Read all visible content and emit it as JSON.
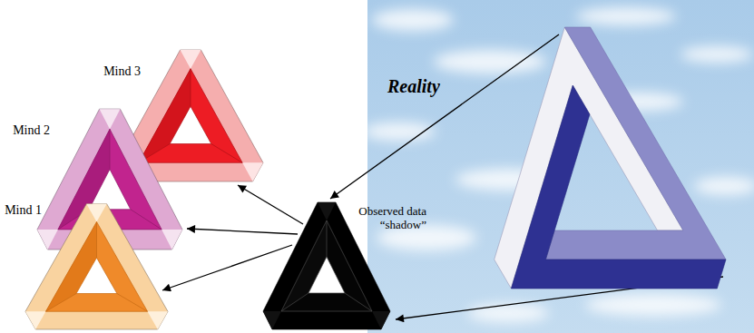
{
  "diagram": {
    "nodes": [
      {
        "text": [
          "Mind 3"
        ]
      },
      {
        "text": [
          "Mind 2"
        ]
      },
      {
        "text": [
          "Mind 1"
        ]
      },
      {
        "text": [
          "Observed data “shadow”"
        ]
      },
      {
        "text": [
          "Reality"
        ]
      }
    ],
    "edges": [
      {
        "from": 4,
        "to": 3,
        "arrow": "to"
      },
      {
        "from": 4,
        "to": 3,
        "arrow": "to"
      },
      {
        "from": 3,
        "to": 0,
        "arrow": "to"
      },
      {
        "from": 3,
        "to": 1,
        "arrow": "to"
      },
      {
        "from": 3,
        "to": 2,
        "arrow": "to"
      }
    ]
  }
}
